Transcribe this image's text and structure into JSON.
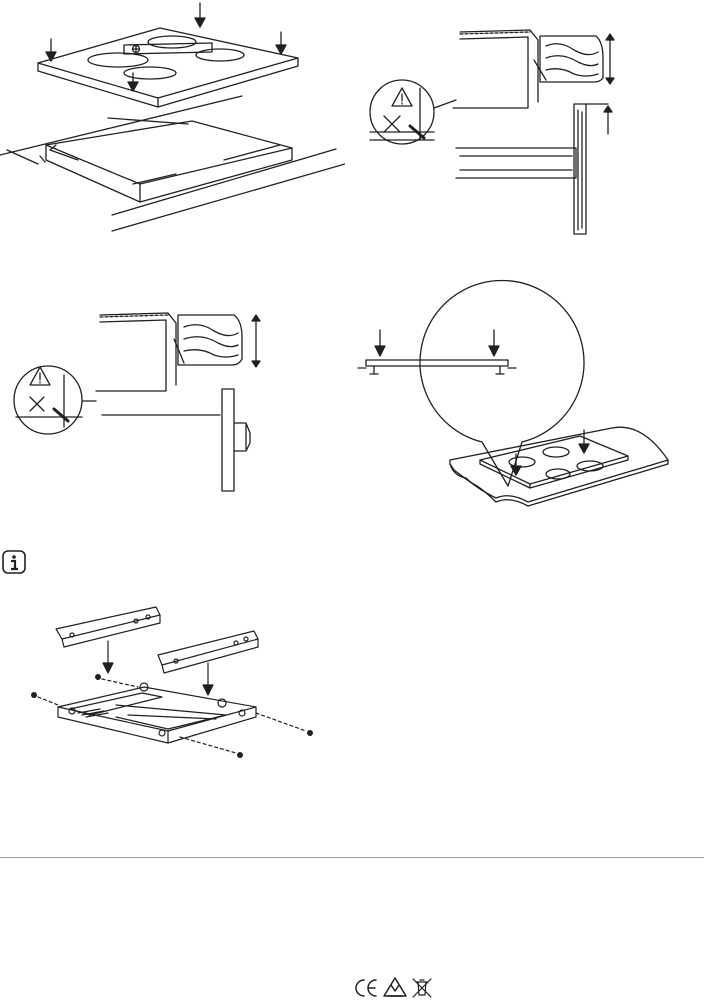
{
  "page": {
    "figures": [
      {
        "key": "fig1",
        "name": "hob-cutout-figure"
      },
      {
        "key": "fig2",
        "name": "worktop-clearance-figure"
      },
      {
        "key": "fig3",
        "name": "drawer-clearance-figure"
      },
      {
        "key": "fig4",
        "name": "hob-press-in-figure"
      },
      {
        "key": "fig5",
        "name": "protection-box-figure"
      }
    ],
    "icons": {
      "info": "info-icon",
      "warning": "warning-triangle-icon",
      "forbidden": "cross-icon",
      "ce": "ce-mark-icon",
      "vde": "vde-mark-icon",
      "weee": "crossed-bin-icon"
    },
    "colors": {
      "line": "#231f20",
      "divider": "#9a9a9a"
    }
  }
}
